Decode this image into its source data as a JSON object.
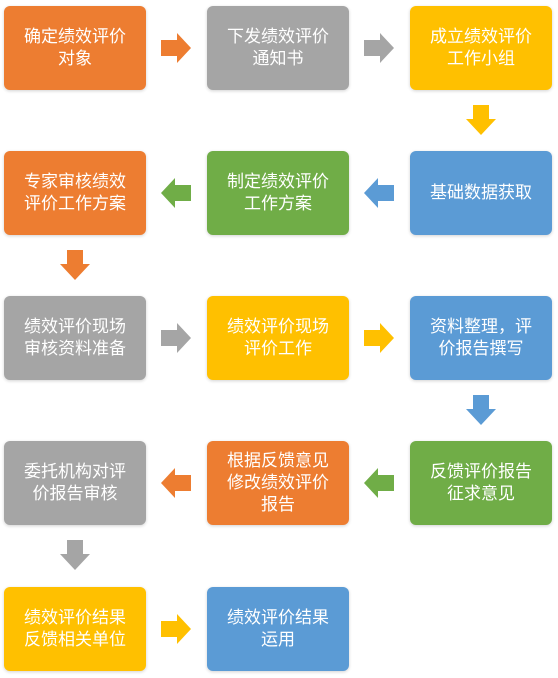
{
  "colors": {
    "orange": "#ED7D31",
    "gray": "#A5A5A5",
    "yellow": "#FFC000",
    "blue": "#5B9BD5",
    "green": "#70AD47"
  },
  "steps": [
    {
      "id": "s1",
      "label": "确定绩效评价\n对象",
      "color": "orange"
    },
    {
      "id": "s2",
      "label": "下发绩效评价\n通知书",
      "color": "gray"
    },
    {
      "id": "s3",
      "label": "成立绩效评价\n工作小组",
      "color": "yellow"
    },
    {
      "id": "s4",
      "label": "基础数据获取",
      "color": "blue"
    },
    {
      "id": "s5",
      "label": "制定绩效评价\n工作方案",
      "color": "green"
    },
    {
      "id": "s6",
      "label": "专家审核绩效\n评价工作方案",
      "color": "orange"
    },
    {
      "id": "s7",
      "label": "绩效评价现场\n审核资料准备",
      "color": "gray"
    },
    {
      "id": "s8",
      "label": "绩效评价现场\n评价工作",
      "color": "yellow"
    },
    {
      "id": "s9",
      "label": "资料整理，评\n价报告撰写",
      "color": "blue"
    },
    {
      "id": "s10",
      "label": "反馈评价报告\n征求意见",
      "color": "green"
    },
    {
      "id": "s11",
      "label": "根据反馈意见\n修改绩效评价\n报告",
      "color": "orange"
    },
    {
      "id": "s12",
      "label": "委托机构对评\n价报告审核",
      "color": "gray"
    },
    {
      "id": "s13",
      "label": "绩效评价结果\n反馈相关单位",
      "color": "yellow"
    },
    {
      "id": "s14",
      "label": "绩效评价结果\n运用",
      "color": "blue"
    }
  ],
  "arrows": [
    {
      "id": "a1",
      "direction": "right",
      "color": "orange"
    },
    {
      "id": "a2",
      "direction": "right",
      "color": "gray"
    },
    {
      "id": "a3",
      "direction": "down",
      "color": "yellow"
    },
    {
      "id": "a4",
      "direction": "left",
      "color": "blue"
    },
    {
      "id": "a5",
      "direction": "left",
      "color": "green"
    },
    {
      "id": "a6",
      "direction": "down",
      "color": "orange"
    },
    {
      "id": "a7",
      "direction": "right",
      "color": "gray"
    },
    {
      "id": "a8",
      "direction": "right",
      "color": "yellow"
    },
    {
      "id": "a9",
      "direction": "down",
      "color": "blue"
    },
    {
      "id": "a10",
      "direction": "left",
      "color": "green"
    },
    {
      "id": "a11",
      "direction": "left",
      "color": "orange"
    },
    {
      "id": "a12",
      "direction": "down",
      "color": "gray"
    },
    {
      "id": "a13",
      "direction": "right",
      "color": "yellow"
    }
  ]
}
